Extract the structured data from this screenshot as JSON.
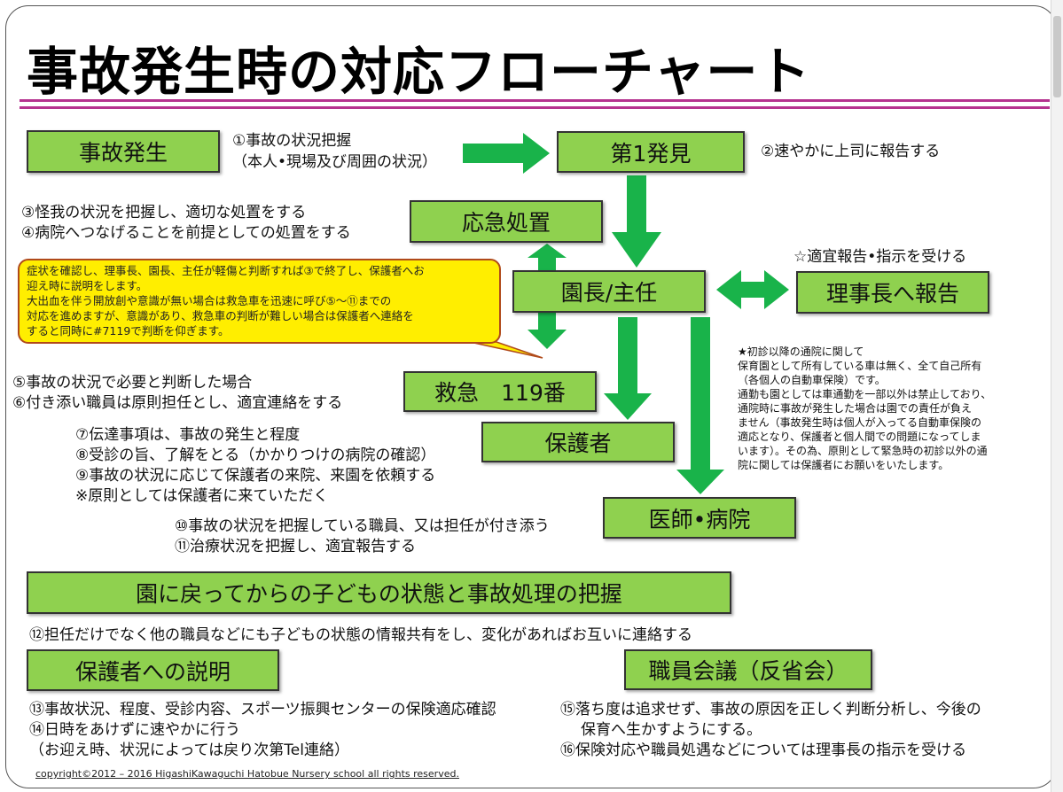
{
  "title": "事故発生時の対応フローチャート",
  "colors": {
    "box_fill": "#8fd14f",
    "arrow": "#19b34a",
    "rule": "#b5338f",
    "callout_fill": "#ffee00",
    "callout_border": "#b04a1a"
  },
  "boxes": {
    "accident": "事故発生",
    "first_finder": "第1発見",
    "first_aid": "応急処置",
    "director": "園長/主任",
    "chairman": "理事長へ報告",
    "ambulance": "救急　119番",
    "guardian": "保護者",
    "doctor": "医師•病院",
    "after_return": "園に戻ってからの子どもの状態と事故処理の把握",
    "explain": "保護者への説明",
    "meeting": "職員会議（反省会）"
  },
  "notes": {
    "n1a": "①事故の状況把握",
    "n1b": "（本人•現場及び周囲の状況）",
    "n2": "②速やかに上司に報告する",
    "n3": "③怪我の状況を把握し、適切な処置をする",
    "n4": "④病院へつなげることを前提としての処置をする",
    "report": "☆適宜報告•指示を受ける",
    "n5": "⑤事故の状況で必要と判断した場合",
    "n6": "⑥付き添い職員は原則担任とし、適宜連絡をする",
    "n7": "⑦伝達事項は、事故の発生と程度",
    "n8": "⑧受診の旨、了解をとる（かかりつけの病院の確認）",
    "n9": "⑨事故の状況に応じて保護者の来院、来園を依頼する",
    "n9note": "※原則としては保護者に来ていただく",
    "n10": "⑩事故の状況を把握している職員、又は担任が付き添う",
    "n11": "⑪治療状況を把握し、適宜報告する",
    "n12": "⑫担任だけでなく他の職員などにも子どもの状態の情報共有をし、変化があればお互いに連絡する",
    "n13": "⑬事故状況、程度、受診内容、スポーツ振興センターの保険適応確認",
    "n14": "⑭日時をあけずに速やかに行う",
    "n14b": "（お迎え時、状況によっては戻り次第Tel連絡）",
    "n15a": "⑮落ち度は追求せず、事故の原因を正しく判断分析し、今後の",
    "n15b": "保育へ生かすようにする。",
    "n16": "⑯保険対応や職員処遇などについては理事長の指示を受ける"
  },
  "callout": [
    "症状を確認し、理事長、園長、主任が軽傷と判断すれば③で終了し、保護者へお",
    "迎え時に説明をします。",
    "大出血を伴う開放創や意識が無い場合は救急車を迅速に呼び⑤～⑪までの",
    "対応を進めますが、意識があり、救急車の判断が難しい場合は保護者へ連絡を",
    "すると同時に#7119で判断を仰ぎます。"
  ],
  "side_note": [
    "★初診以降の通院に関して",
    "保育園として所有している車は無く、全て自己所有",
    "（各個人の自動車保険）です。",
    "通勤も園としては車通勤を一部以外は禁止しており、",
    "通院時に事故が発生した場合は園での責任が負え",
    "ません（事故発生時は個人が入ってる自動車保険の",
    "適応となり、保護者と個人間での問題になってしま",
    "います）。その為、原則として緊急時の初診以外の通",
    "院に関しては保護者にお願いをいたします。"
  ],
  "copyright": "copyright©2012 – 2016 HigashiKawaguchi Hatobue Nursery school all rights reserved."
}
